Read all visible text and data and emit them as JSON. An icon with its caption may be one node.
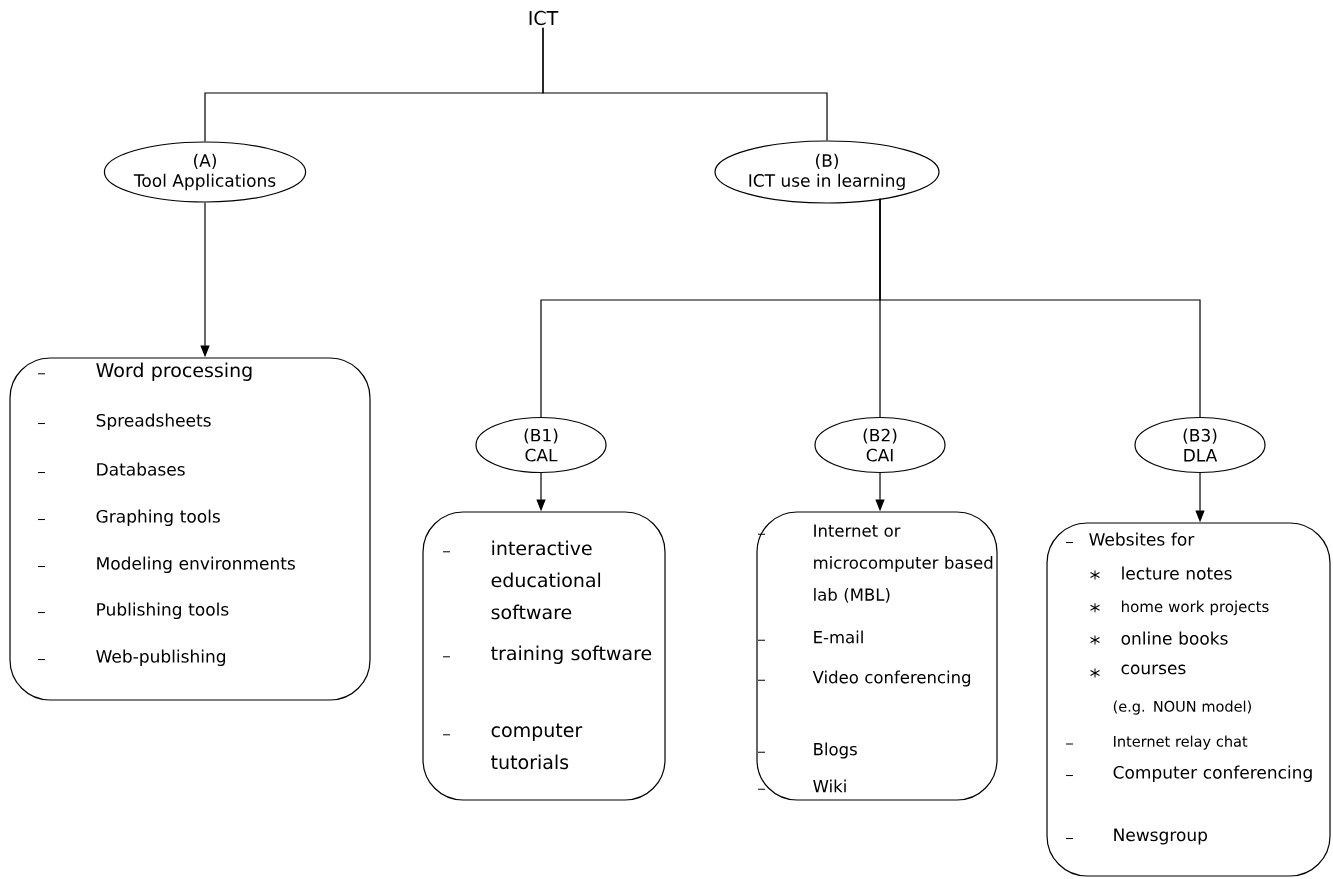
{
  "diagram": {
    "nodes": [
      {
        "text": [
          "ICT"
        ]
      },
      {
        "text": [
          "(A)",
          "Tool Applications"
        ]
      },
      {
        "text": [
          "(B)",
          "ICT use in learning"
        ]
      },
      {
        "text": [
          "Word processing",
          "Spreadsheets",
          "Databases",
          "Graphing tools",
          "Modeling environments",
          "Publishing tools",
          "Web-publishing"
        ]
      },
      {
        "text": [
          "(B1)",
          "CAL"
        ]
      },
      {
        "text": [
          "(B2)",
          "CAI"
        ]
      },
      {
        "text": [
          "(B3)",
          "DLA"
        ]
      },
      {
        "text": [
          "interactive educational software",
          "training software",
          "computer tutorials"
        ]
      },
      {
        "text": [
          "Internet or microcomputer based lab (MBL)",
          "E-mail",
          "Video conferencing",
          "Blogs",
          "Wiki"
        ]
      },
      {
        "text": [
          "Websites for",
          "lecture notes",
          "home work projects",
          "online books",
          "courses",
          "(e.g. NOUN model)",
          "Internet relay chat",
          "Computer conferencing",
          "Newsgroup"
        ]
      }
    ],
    "edges": [
      {
        "from": 0,
        "to": 1,
        "arrow": "none"
      },
      {
        "from": 0,
        "to": 2,
        "arrow": "none"
      },
      {
        "from": 1,
        "to": 3,
        "arrow": "to"
      },
      {
        "from": 2,
        "to": 4,
        "arrow": "none"
      },
      {
        "from": 2,
        "to": 5,
        "arrow": "none"
      },
      {
        "from": 2,
        "to": 6,
        "arrow": "none"
      },
      {
        "from": 4,
        "to": 7,
        "arrow": "to"
      },
      {
        "from": 5,
        "to": 8,
        "arrow": "to"
      },
      {
        "from": 6,
        "to": 9,
        "arrow": "to"
      }
    ]
  }
}
